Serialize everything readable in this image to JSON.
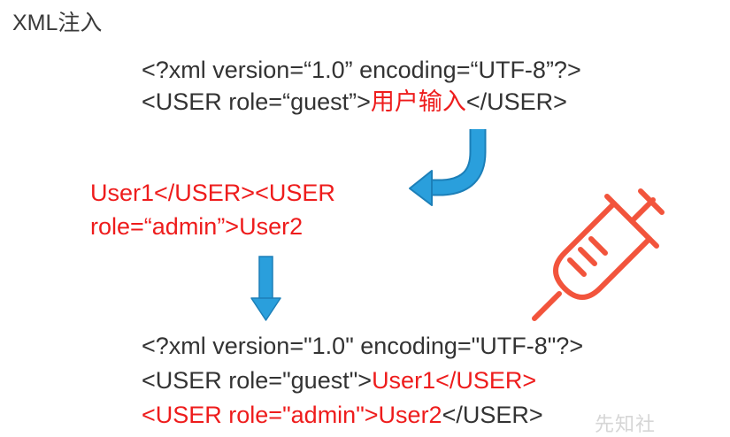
{
  "title": "XML注入",
  "template": {
    "line1": "<?xml version=“1.0”  encoding=“UTF-8”?>",
    "line2_prefix": "<USER role=“guest”>",
    "line2_input": "用户输入",
    "line2_suffix": "</USER>"
  },
  "payload": {
    "line1": "User1</USER><USER",
    "line2": "role=“admin”>User2"
  },
  "result": {
    "line1": "<?xml version=\"1.0\"  encoding=\"UTF-8\"?>",
    "line2_prefix": "<USER role=\"guest\">",
    "line2_injected": "User1</USER>",
    "line3_injected": "<USER role=\"admin\">User2",
    "line3_suffix": "</USER>"
  },
  "watermark": "先知社",
  "colors": {
    "injected_text": "#ee1c1c",
    "normal_text": "#333333",
    "arrow": "#2a9fdc",
    "syringe": "#f2543c"
  },
  "icons": {
    "curved_arrow": "curved-arrow-icon",
    "down_arrow": "down-arrow-icon",
    "syringe": "syringe-icon"
  }
}
